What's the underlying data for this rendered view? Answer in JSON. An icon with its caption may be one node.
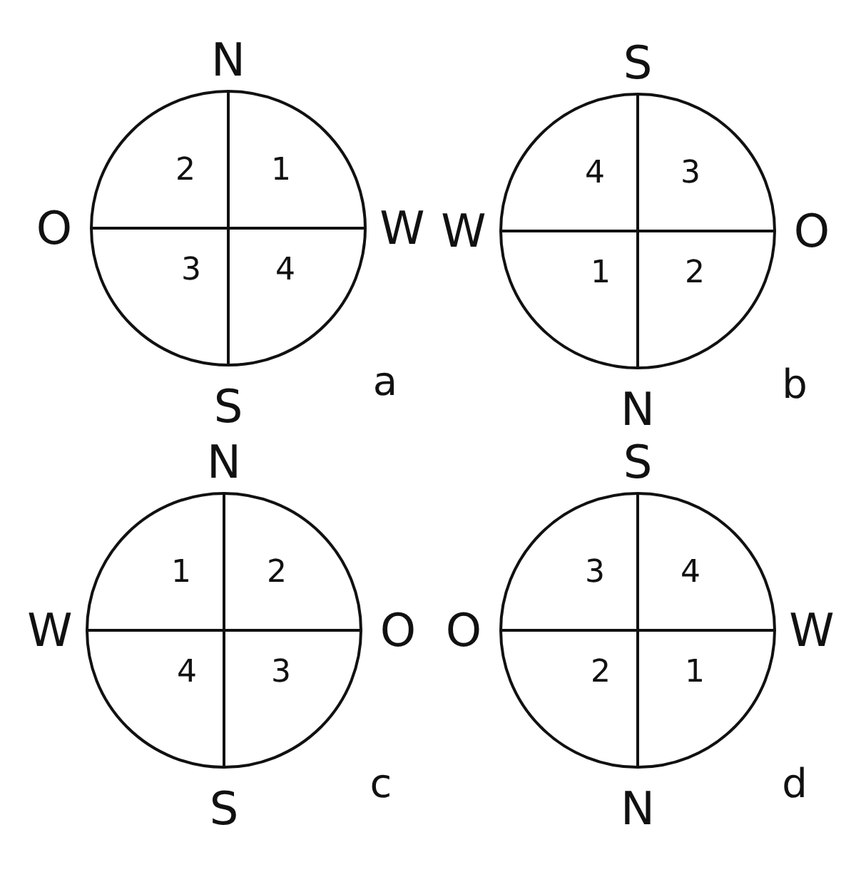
{
  "diagram": {
    "nodes": [
      {
        "text": [
          "2",
          "1",
          "3",
          "4"
        ],
        "beside": [
          "N",
          "O",
          "W",
          "S",
          "a"
        ]
      },
      {
        "text": [
          "4",
          "3",
          "1",
          "2"
        ],
        "beside": [
          "S",
          "W",
          "O",
          "N",
          "b"
        ]
      },
      {
        "text": [
          "1",
          "2",
          "4",
          "3"
        ],
        "beside": [
          "N",
          "W",
          "O",
          "S",
          "c"
        ]
      },
      {
        "text": [
          "3",
          "4",
          "2",
          "1"
        ],
        "beside": [
          "S",
          "O",
          "W",
          "N",
          "d"
        ]
      }
    ]
  }
}
